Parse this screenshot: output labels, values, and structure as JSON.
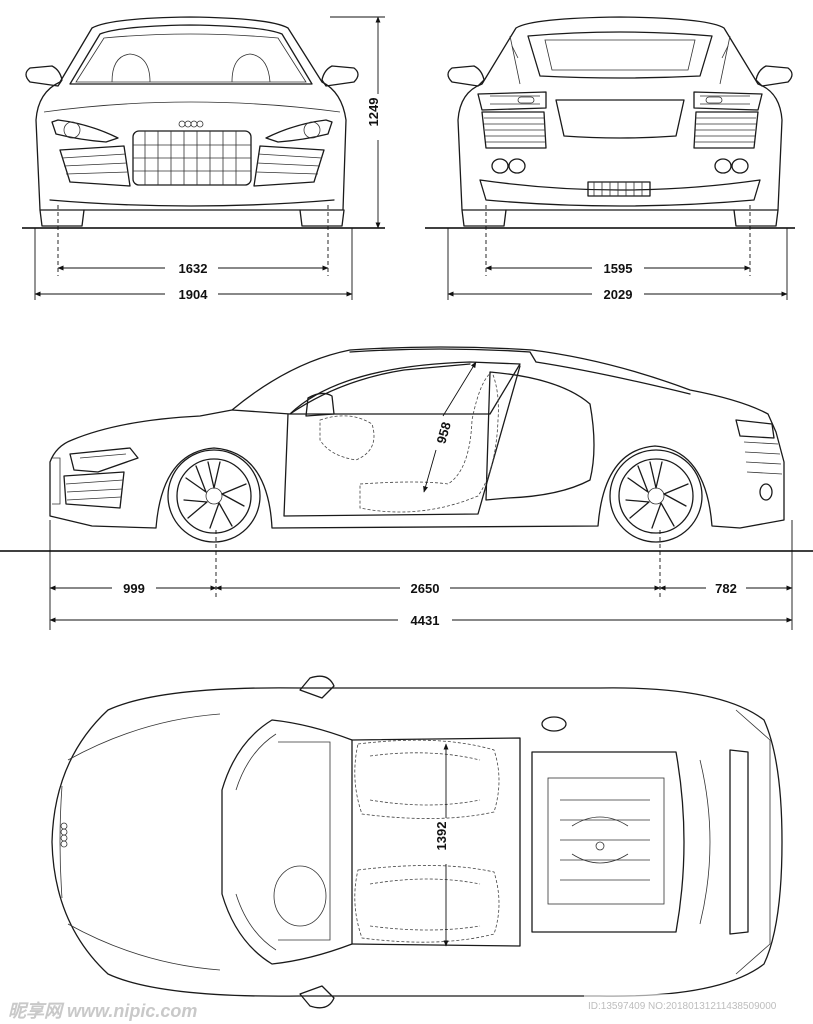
{
  "dimensions": {
    "front_track": "1632",
    "width_front": "1904",
    "height": "1249",
    "rear_track": "1595",
    "width_mirrors": "2029",
    "seat_height": "958",
    "front_overhang": "999",
    "wheelbase": "2650",
    "rear_overhang": "782",
    "length": "4431",
    "cabin_width": "1392"
  },
  "watermark": {
    "brand": "昵享网 www.nipic.com",
    "id_line": "ID:13597409 NO:20180131211438509000"
  }
}
